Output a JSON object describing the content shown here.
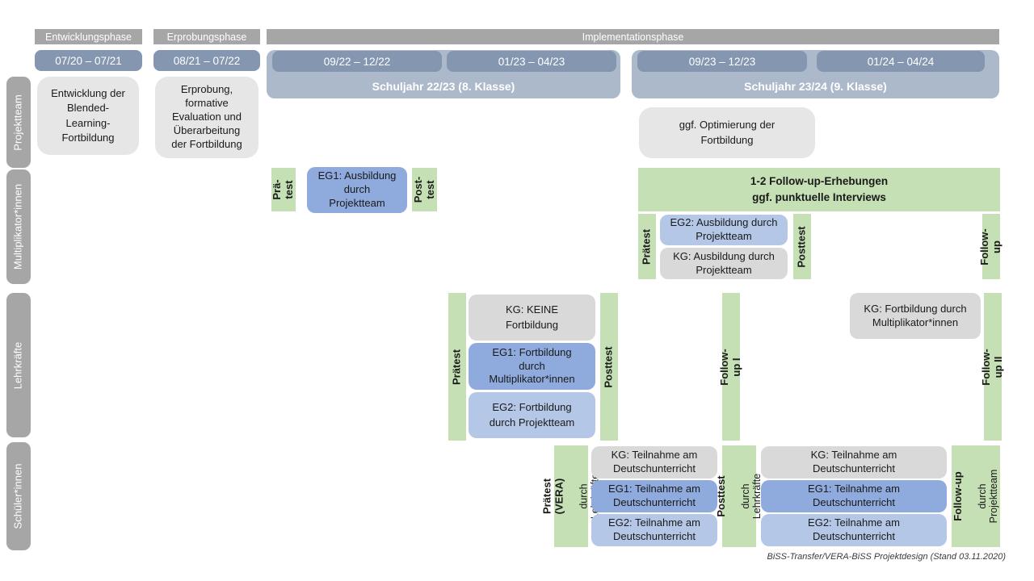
{
  "caption": "BiSS-Transfer/VERA-BiSS Projektdesign (Stand 03.11.2020)",
  "colors": {
    "phase_bar": "#a6a6a6",
    "date_bar": "#8496b0",
    "schoolyear_bar": "#acb9ca",
    "row_label": "#a6a6a6",
    "project_box_gray": "#e7e6e6",
    "kg_box_gray": "#d9d9d9",
    "eg1_blue": "#8faadc",
    "eg2_blue": "#b4c7e7",
    "test_green": "#c5e0b4"
  },
  "phases": {
    "entwicklung": "Entwicklungsphase",
    "erprobung": "Erprobungsphase",
    "implementation": "Implementationsphase"
  },
  "dates": {
    "d1": "07/20 – 07/21",
    "d2": "08/21 – 07/22",
    "d3": "09/22 – 12/22",
    "d4": "01/23 – 04/23",
    "d5": "09/23 – 12/23",
    "d6": "01/24 – 04/24"
  },
  "school_years": {
    "sy1": "Schuljahr 22/23 (8. Klasse)",
    "sy2": "Schuljahr 23/24 (9. Klasse)"
  },
  "row_labels": {
    "projektteam": "Projektteam",
    "multiplikatoren": "Multiplikator*innen",
    "lehrkraefte": "Lehrkräfte",
    "schueler": "Schüler*innen"
  },
  "projektteam": {
    "entwicklung": "Entwicklung der\nBlended-\nLearning-\nFortbildung",
    "erprobung": "Erprobung,\nformative\nEvaluation und\nÜberarbeitung\nder Fortbildung",
    "optimierung": "ggf. Optimierung der\nFortbildung"
  },
  "multiplikatoren": {
    "praetest_small": "Prä-\ntest",
    "eg1": "EG1: Ausbildung\ndurch\nProjektteam",
    "posttest_small": "Post-\ntest",
    "followup_erhebungen": "1-2 Follow-up-Erhebungen\nggf. punktuelle Interviews",
    "praetest": "Prätest",
    "eg2": "EG2: Ausbildung durch\nProjektteam",
    "kg": "KG: Ausbildung durch\nProjektteam",
    "posttest": "Posttest",
    "followup": "Follow-up"
  },
  "lehrkraefte": {
    "praetest": "Prätest",
    "kg": "KG: KEINE\nFortbildung",
    "eg1": "EG1: Fortbildung\ndurch\nMultiplikator*innen",
    "eg2": "EG2: Fortbildung\ndurch Projektteam",
    "posttest": "Posttest",
    "followup1": "Follow-up I",
    "kg2": "KG: Fortbildung durch\nMultiplikator*innen",
    "followup2": "Follow-up II"
  },
  "schueler": {
    "praetest_main": "Prätest (VERA)",
    "praetest_sub": "durch Lehrkräfte",
    "kg1": "KG: Teilnahme am\nDeutschunterricht",
    "eg1_1": "EG1: Teilnahme am\nDeutschunterricht",
    "eg2_1": "EG2: Teilnahme am\nDeutschunterricht",
    "posttest_main": "Posttest",
    "posttest_sub": "durch Lehrkräfte",
    "kg2": "KG: Teilnahme am\nDeutschunterricht",
    "eg1_2": "EG1: Teilnahme am\nDeutschunterricht",
    "eg2_2": "EG2: Teilnahme am\nDeutschunterricht",
    "followup_main": "Follow-up",
    "followup_sub": "durch\nProjektteam"
  }
}
